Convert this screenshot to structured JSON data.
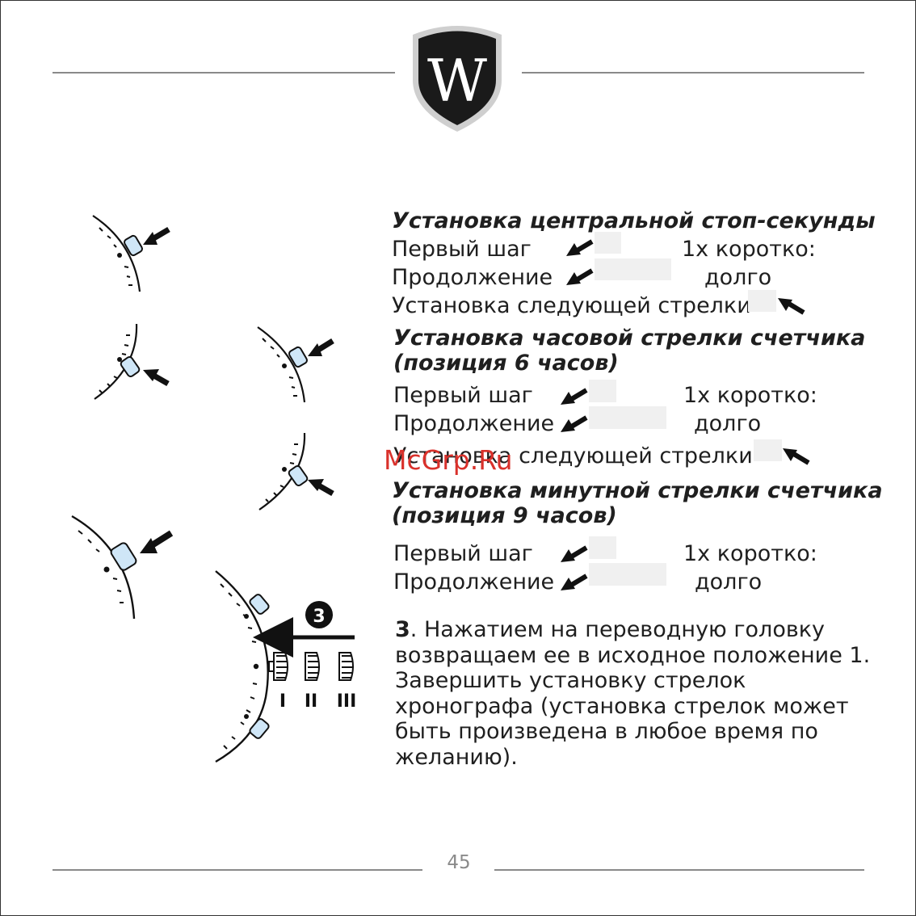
{
  "logo": {
    "letter": "W",
    "colors": {
      "shield_dark": "#1a1a1a",
      "shield_rim": "#cfcfcf"
    }
  },
  "sections": [
    {
      "heading": "Установка центральной стоп-секунды",
      "row1_label": "Первый шаг",
      "row1_value": "1x коротко:",
      "row2_label": "Продолжение",
      "row2_value": "долго",
      "row3_label": "Установка следующей стрелки"
    },
    {
      "heading_line1": "Установка часовой стрелки счетчика",
      "heading_line2": "(позиция 6 часов)",
      "row1_label": "Первый шаг",
      "row1_value": "1x коротко:",
      "row2_label": "Продолжение",
      "row2_value": "долго",
      "row3_label": "Установка следующей стрелки"
    },
    {
      "heading_line1": "Установка минутной стрелки счетчика",
      "heading_line2": "(позиция 9 часов)",
      "row1_label": "Первый шаг",
      "row1_value": "1x коротко:",
      "row2_label": "Продолжение",
      "row2_value": "долго"
    }
  ],
  "watermark": "McGrp.Ru",
  "step3": {
    "number": "3",
    "text_after_number": ". Нажатием на переводную головку",
    "line2": "возвращаем  ее в исходное положение 1.",
    "line3": "Завершить установку стрелок",
    "line4": "хронографа (установка стрелок может",
    "line5": "быть произведена в любое время по",
    "line6": "желанию)."
  },
  "diagram": {
    "step_badge": "3",
    "crown_positions": [
      "I",
      "II",
      "III"
    ],
    "pusher_color": "#cfe6f7"
  },
  "page_number": "45"
}
